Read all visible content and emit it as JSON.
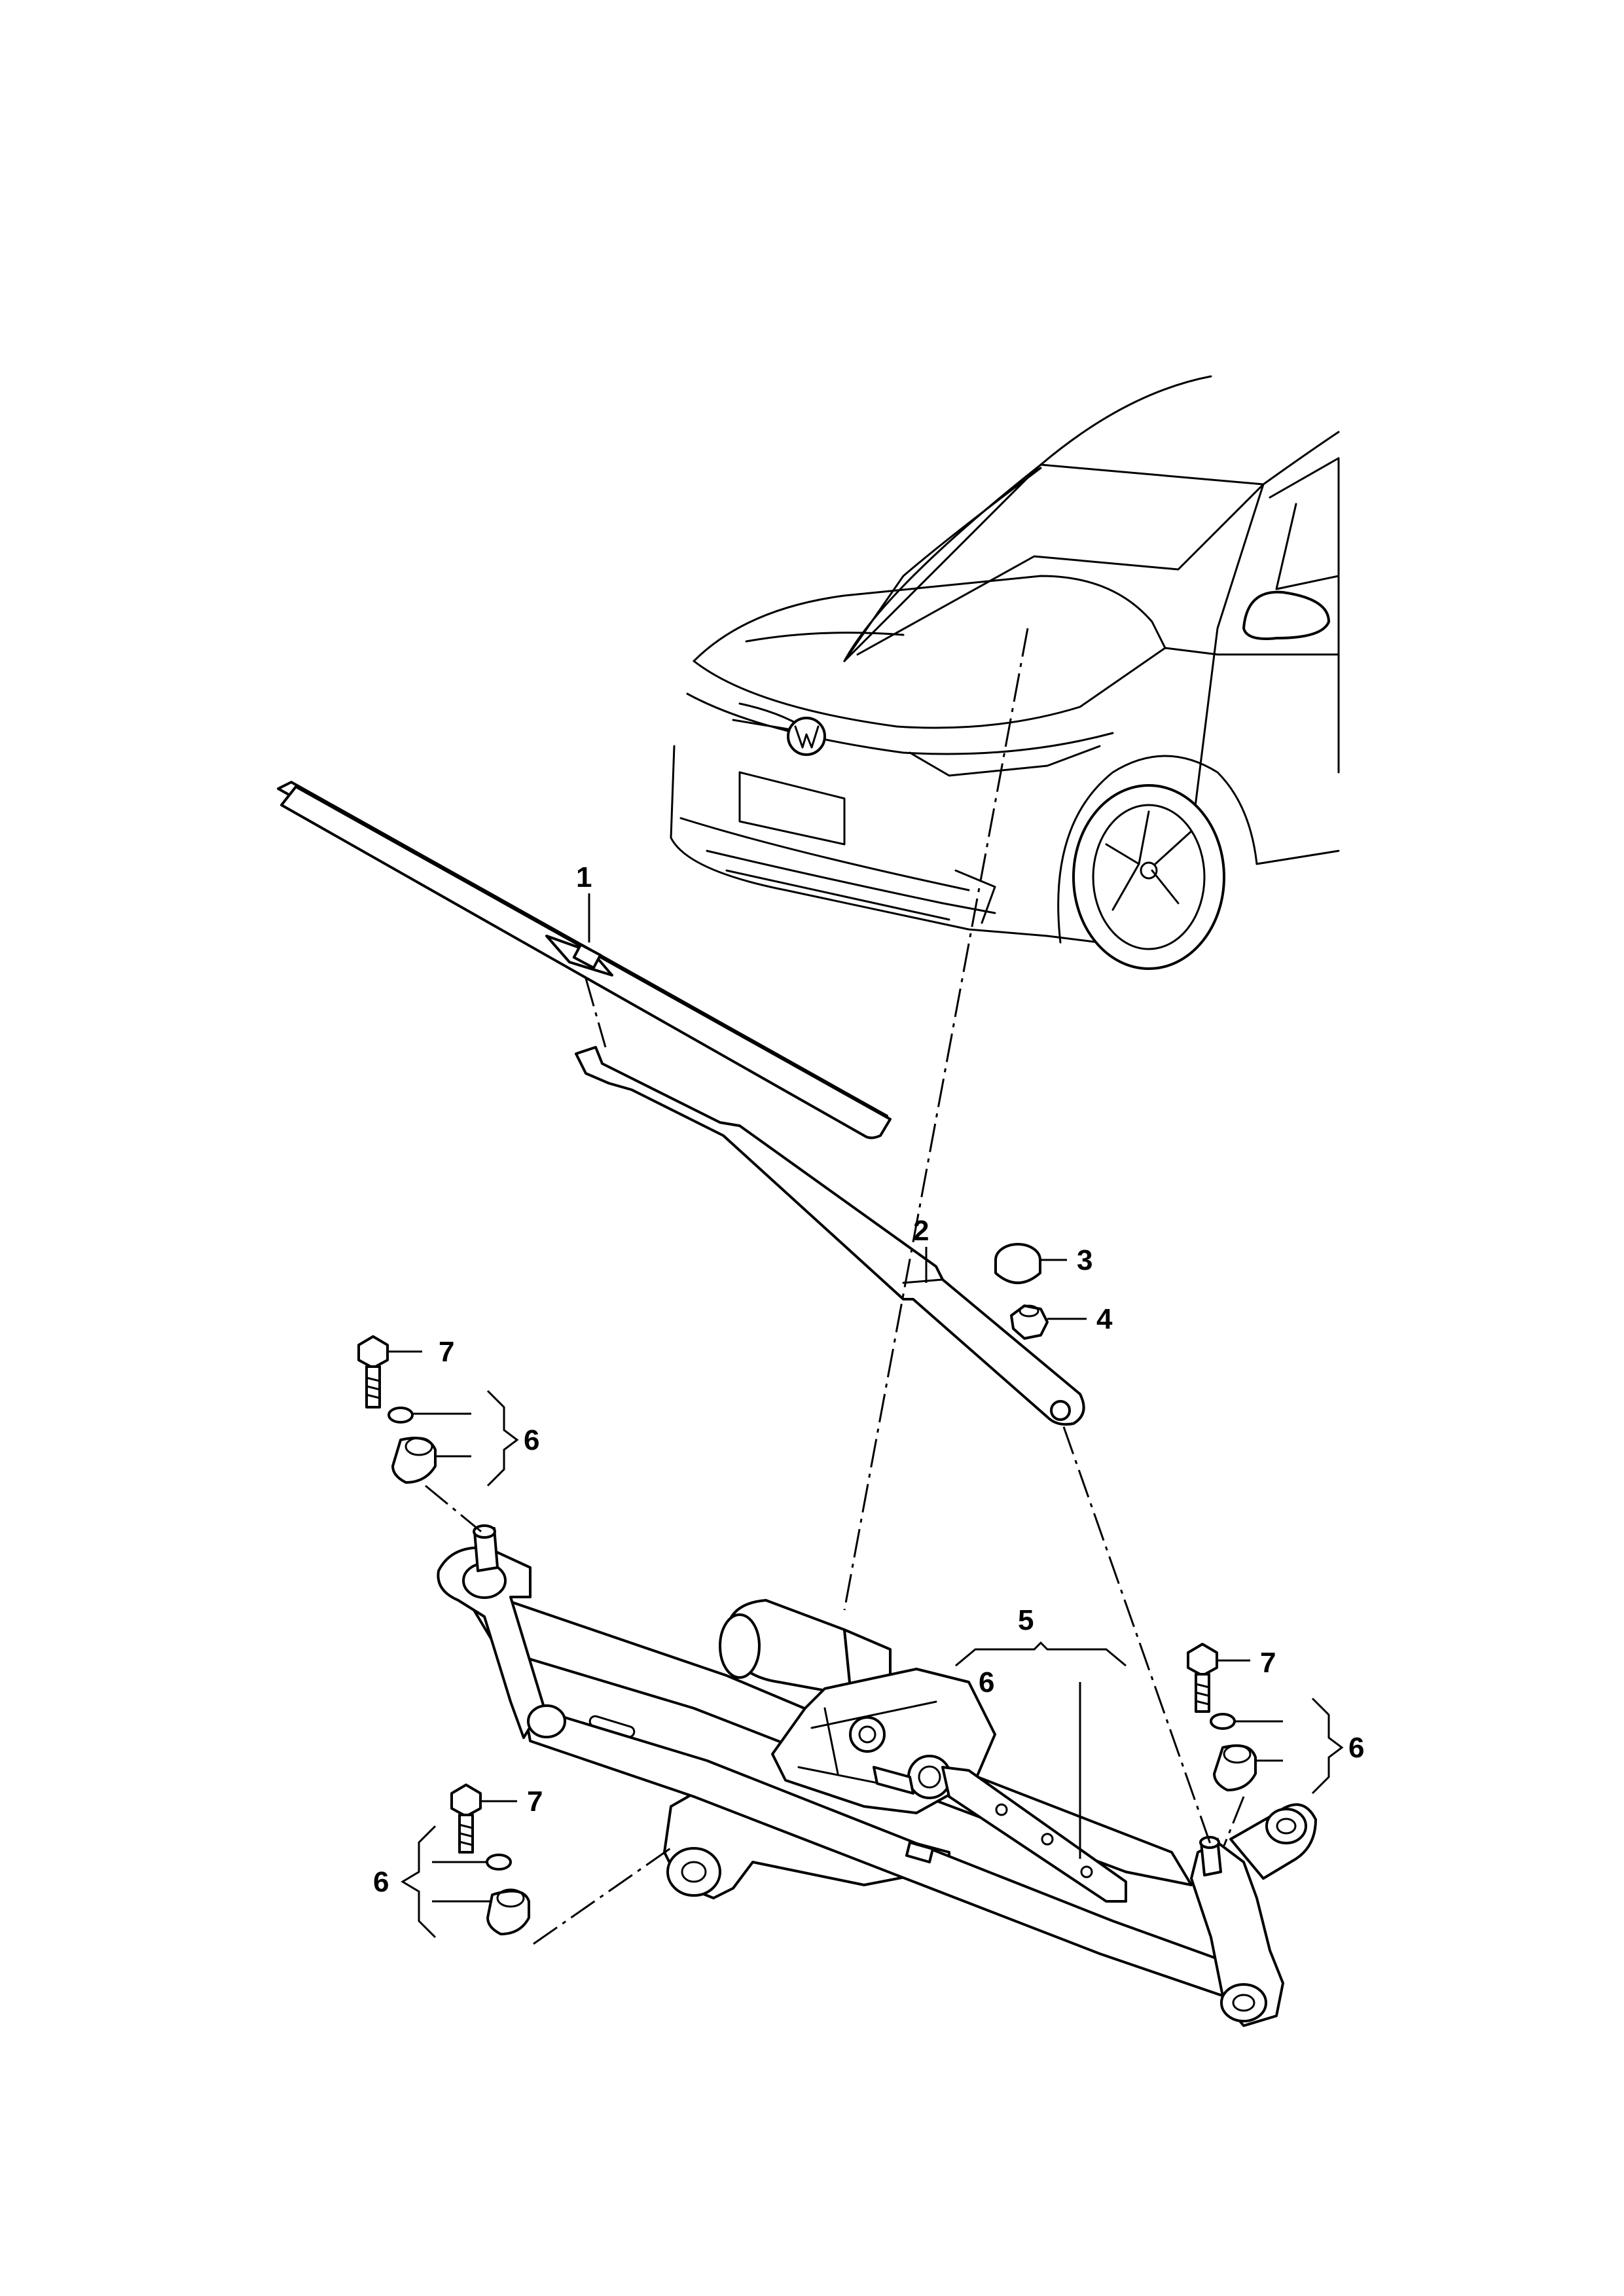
{
  "callouts": {
    "wiper_blade": "1",
    "wiper_arm": "2",
    "cap": "3",
    "nut": "4",
    "linkage_assembly": "5",
    "linkage_sub_label": "6",
    "mount_set_left": "6",
    "mount_set_bottom": "6",
    "mount_set_right": "6",
    "bolt_left": "7",
    "bolt_bottom": "7",
    "bolt_right": "7"
  }
}
